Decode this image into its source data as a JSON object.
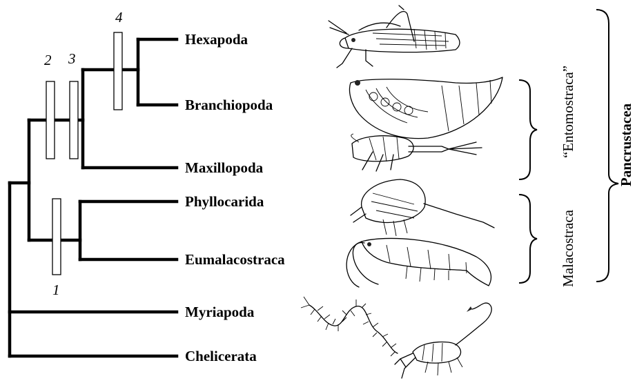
{
  "taxa": {
    "hexapoda": "Hexapoda",
    "branchiopoda": "Branchiopoda",
    "maxillopoda": "Maxillopoda",
    "phyllocarida": "Phyllocarida",
    "eumalacostraca": "Eumalacostraca",
    "myriapoda": "Myriapoda",
    "chelicerata": "Chelicerata"
  },
  "node_markers": {
    "m1": "1",
    "m2": "2",
    "m3": "3",
    "m4": "4"
  },
  "groups": {
    "entomostraca": "“Entomostraca”",
    "malacostraca": "Malacostraca",
    "pancrustacea": "Pancrustacea"
  },
  "illustrations": {
    "hexapoda": "grasshopper-illustration",
    "branchiopoda": "fairy-shrimp-illustration",
    "maxillopoda": "copepod-illustration",
    "phyllocarida": "phyllocarid-illustration",
    "eumalacostraca": "shrimp-illustration",
    "myriapoda": "centipede-illustration",
    "chelicerata": "scorpion-illustration"
  },
  "colors": {
    "line": "#000000",
    "background": "#ffffff"
  }
}
